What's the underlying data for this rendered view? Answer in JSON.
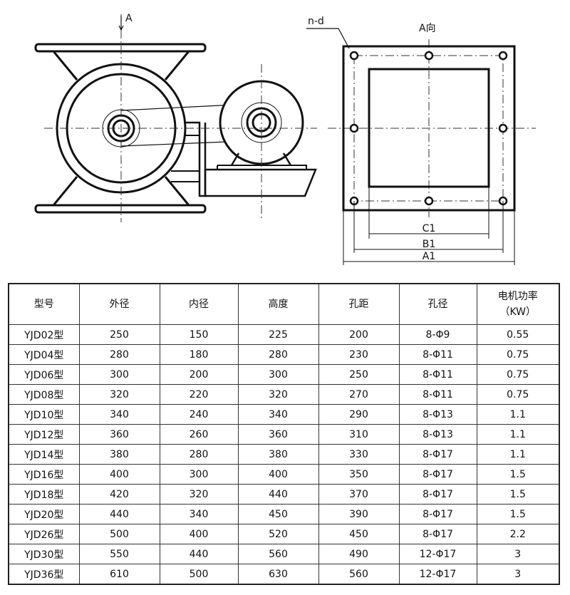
{
  "drawing": {
    "front_view_label": "A",
    "flange_label": "n-d",
    "view_a_label": "A向",
    "dim_c": "C1",
    "dim_b": "B1",
    "dim_a": "A1"
  },
  "table": {
    "headers": [
      "型号",
      "外径",
      "内径",
      "高度",
      "孔距",
      "孔径",
      "电机功率",
      "（KW）"
    ],
    "rows": [
      [
        "YJD02型",
        "250",
        "150",
        "225",
        "200",
        "8-Φ9",
        "0.55"
      ],
      [
        "YJD04型",
        "280",
        "180",
        "280",
        "230",
        "8-Φ11",
        "0.75"
      ],
      [
        "YJD06型",
        "300",
        "200",
        "300",
        "250",
        "8-Φ11",
        "0.75"
      ],
      [
        "YJD08型",
        "320",
        "220",
        "320",
        "270",
        "8-Φ11",
        "0.75"
      ],
      [
        "YJD10型",
        "340",
        "240",
        "340",
        "290",
        "8-Φ13",
        "1.1"
      ],
      [
        "YJD12型",
        "360",
        "260",
        "360",
        "310",
        "8-Φ13",
        "1.1"
      ],
      [
        "YJD14型",
        "380",
        "280",
        "380",
        "330",
        "8-Φ17",
        "1.1"
      ],
      [
        "YJD16型",
        "400",
        "300",
        "400",
        "350",
        "8-Φ17",
        "1.5"
      ],
      [
        "YJD18型",
        "420",
        "320",
        "440",
        "370",
        "8-Φ17",
        "1.5"
      ],
      [
        "YJD20型",
        "440",
        "340",
        "450",
        "390",
        "8-Φ17",
        "1.5"
      ],
      [
        "YJD26型",
        "500",
        "400",
        "520",
        "450",
        "8-Φ17",
        "2.2"
      ],
      [
        "YJD30型",
        "550",
        "440",
        "560",
        "490",
        "12-Φ17",
        "3"
      ],
      [
        "YJD36型",
        "610",
        "500",
        "630",
        "560",
        "12-Φ17",
        "3"
      ]
    ]
  }
}
